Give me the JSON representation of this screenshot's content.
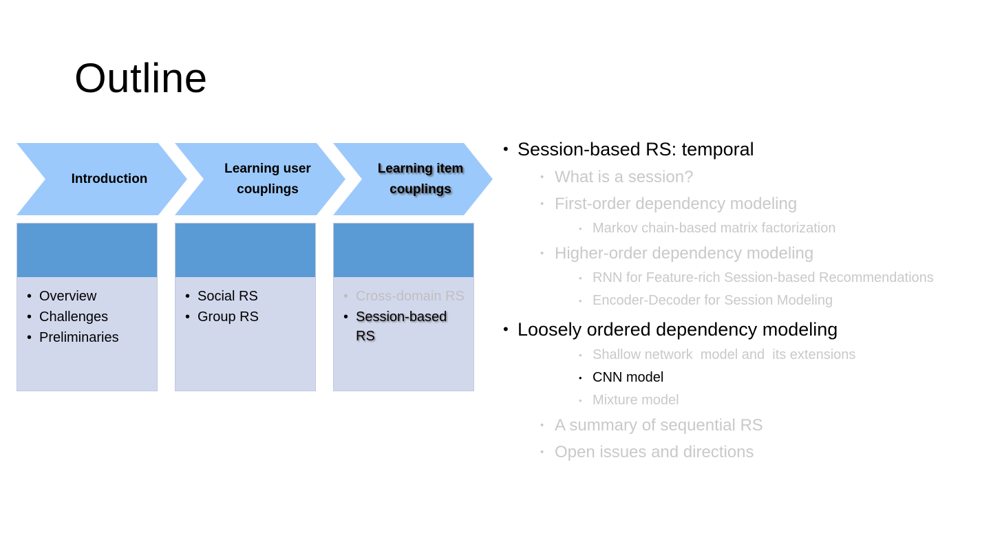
{
  "slide": {
    "title": "Outline"
  },
  "process_diagram": {
    "stages": [
      {
        "chevron_label": "Introduction",
        "emphasized": false,
        "items": [
          {
            "text": "Overview",
            "state": "active"
          },
          {
            "text": "Challenges",
            "state": "active"
          },
          {
            "text": "Preliminaries",
            "state": "active"
          }
        ]
      },
      {
        "chevron_label": "Learning user couplings",
        "emphasized": false,
        "items": [
          {
            "text": "Social RS",
            "state": "active"
          },
          {
            "text": "Group RS",
            "state": "active"
          }
        ]
      },
      {
        "chevron_label": "Learning item couplings",
        "emphasized": true,
        "items": [
          {
            "text": "Cross-domain RS",
            "state": "dimmed"
          },
          {
            "text": "Session-based RS",
            "state": "emphasized"
          }
        ]
      }
    ]
  },
  "outline": {
    "items": [
      {
        "level": 1,
        "text": "Session-based RS: temporal",
        "state": "active"
      },
      {
        "level": 2,
        "text": "What is a session?",
        "state": "dimmed"
      },
      {
        "level": 2,
        "text": "First-order dependency modeling",
        "state": "dimmed"
      },
      {
        "level": 3,
        "text": "Markov chain-based matrix factorization",
        "state": "dimmed"
      },
      {
        "level": 2,
        "text": "Higher-order dependency modeling",
        "state": "dimmed"
      },
      {
        "level": 3,
        "text": "RNN for Feature-rich Session-based Recommendations",
        "state": "dimmed"
      },
      {
        "level": 3,
        "text": "Encoder-Decoder for Session Modeling",
        "state": "dimmed"
      },
      {
        "level": 1,
        "text": "Loosely ordered dependency modeling",
        "state": "active"
      },
      {
        "level": 3,
        "text": "Shallow network  model and  its extensions",
        "state": "dimmed"
      },
      {
        "level": 3,
        "text": "CNN model",
        "state": "active"
      },
      {
        "level": 3,
        "text": "Mixture model",
        "state": "dimmed"
      },
      {
        "level": 2,
        "text": "A summary of sequential RS",
        "state": "dimmed"
      },
      {
        "level": 2,
        "text": "Open issues and directions",
        "state": "dimmed"
      }
    ],
    "bullet_glyph": "•"
  },
  "colors": {
    "chevron_fill": "#9CC9FB",
    "box_header": "#5B9BD5",
    "box_body": "#D2D8EC",
    "dim_text": "#C9C9C9",
    "active_text": "#000000"
  }
}
